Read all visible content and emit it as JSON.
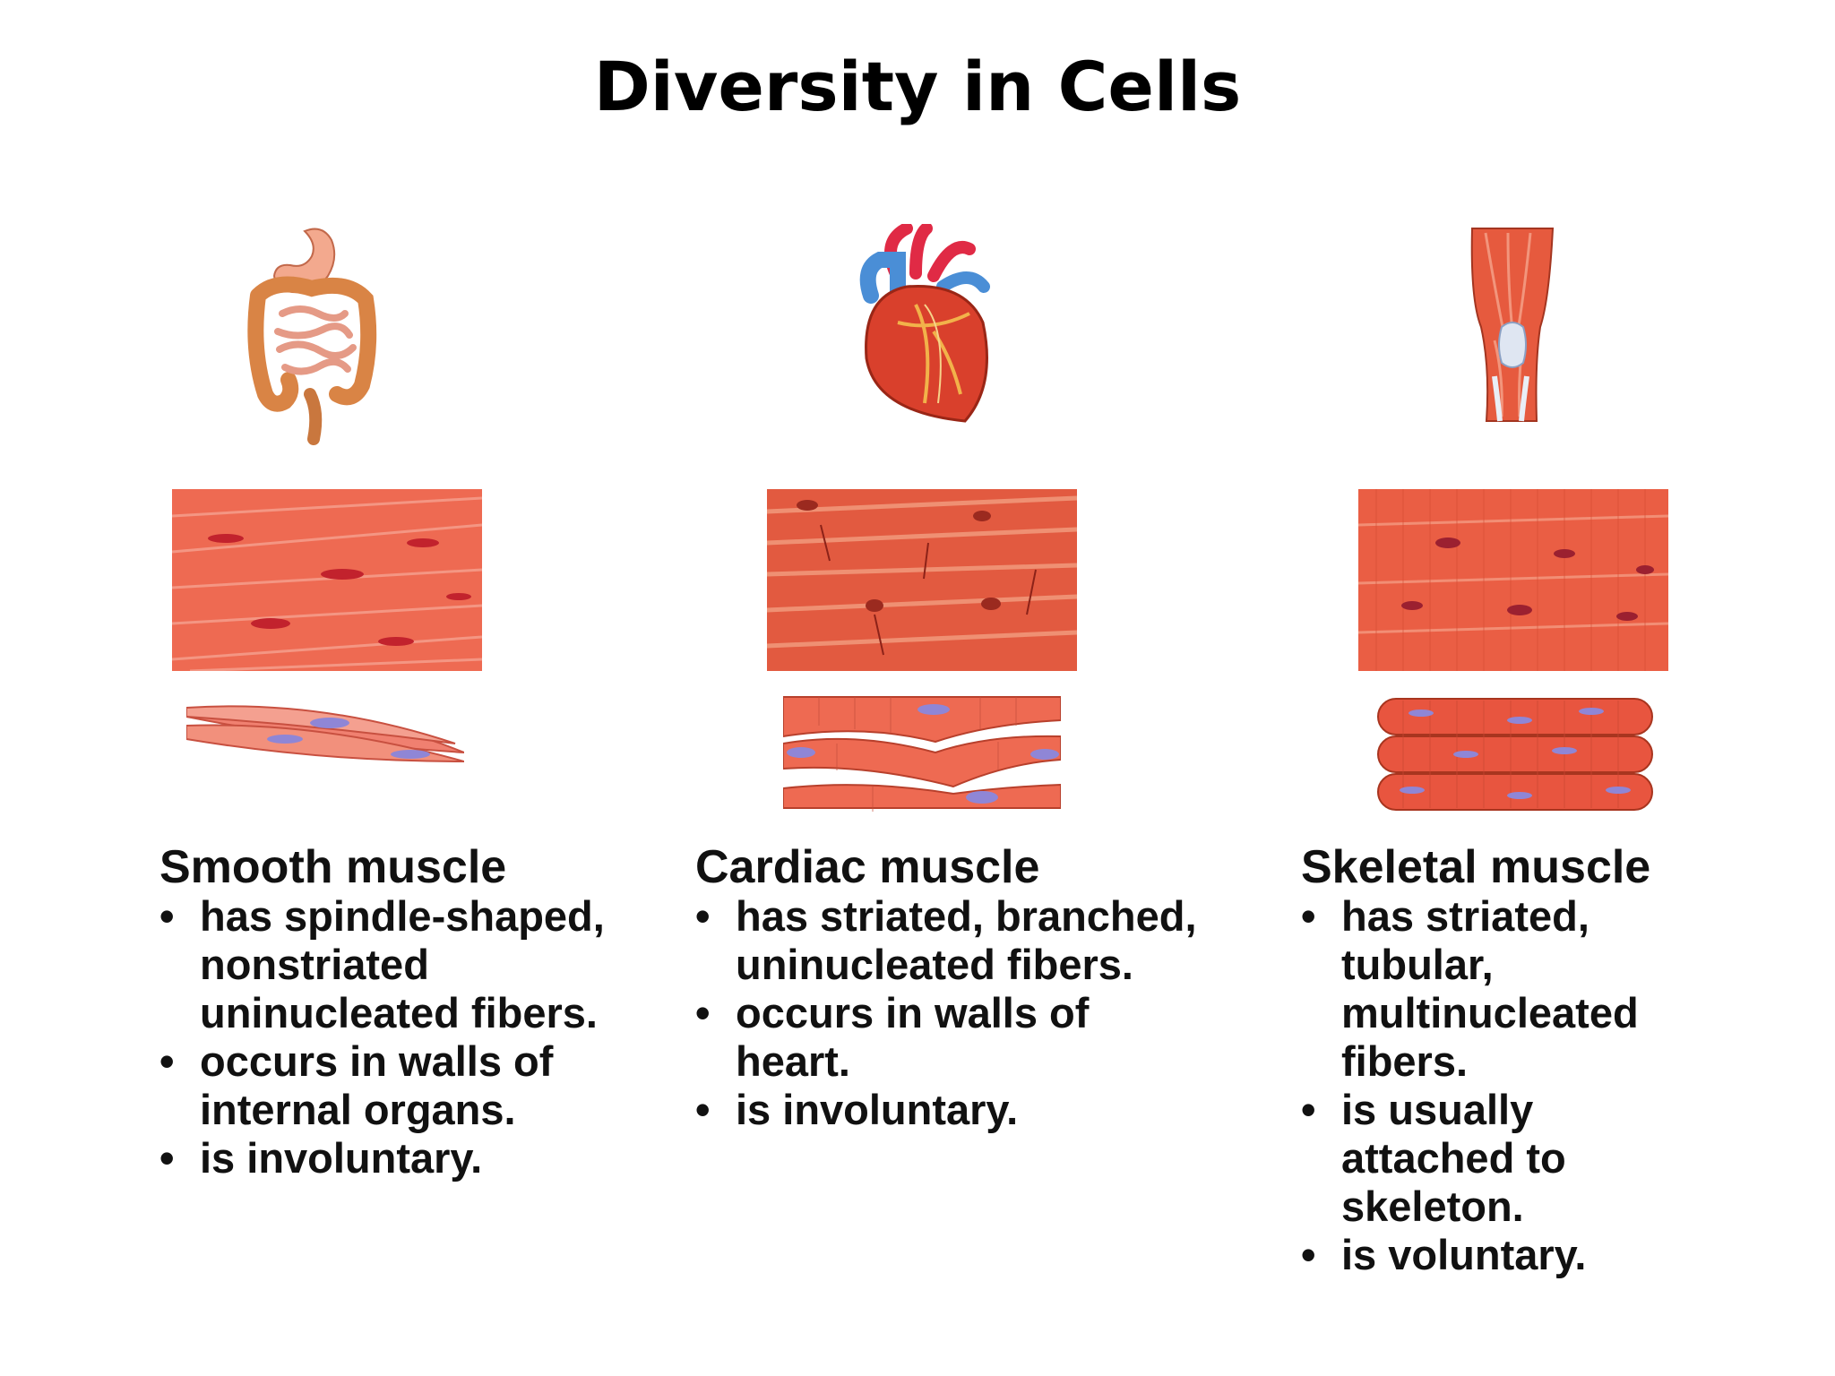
{
  "title": "Diversity in Cells",
  "panels": [
    {
      "heading": "Smooth muscle",
      "organ_icon": "digestive-organs-icon",
      "bullets": [
        "has spindle-shaped,\nnonstriated\nuninucleated fibers.",
        "occurs in walls of\ninternal organs.",
        "is involuntary."
      ]
    },
    {
      "heading": "Cardiac muscle",
      "organ_icon": "heart-icon",
      "bullets": [
        "has striated, branched,\nuninucleated fibers.",
        "occurs in walls of\nheart.",
        "is involuntary."
      ]
    },
    {
      "heading": "Skeletal muscle",
      "organ_icon": "leg-muscle-icon",
      "bullets": [
        "has striated,\ntubular,\nmultinucleated\nfibers.",
        "is usually\nattached to\nskeleton.",
        "is voluntary."
      ]
    }
  ],
  "colors": {
    "muscle_red": "#e8553f",
    "muscle_light": "#f0826a",
    "nucleus_dark": "#b0202a",
    "nucleus_purple": "#8f86d6",
    "organ_orange": "#e0904e",
    "heart_red": "#d9402c",
    "vessel_blue": "#4a8ed6"
  }
}
